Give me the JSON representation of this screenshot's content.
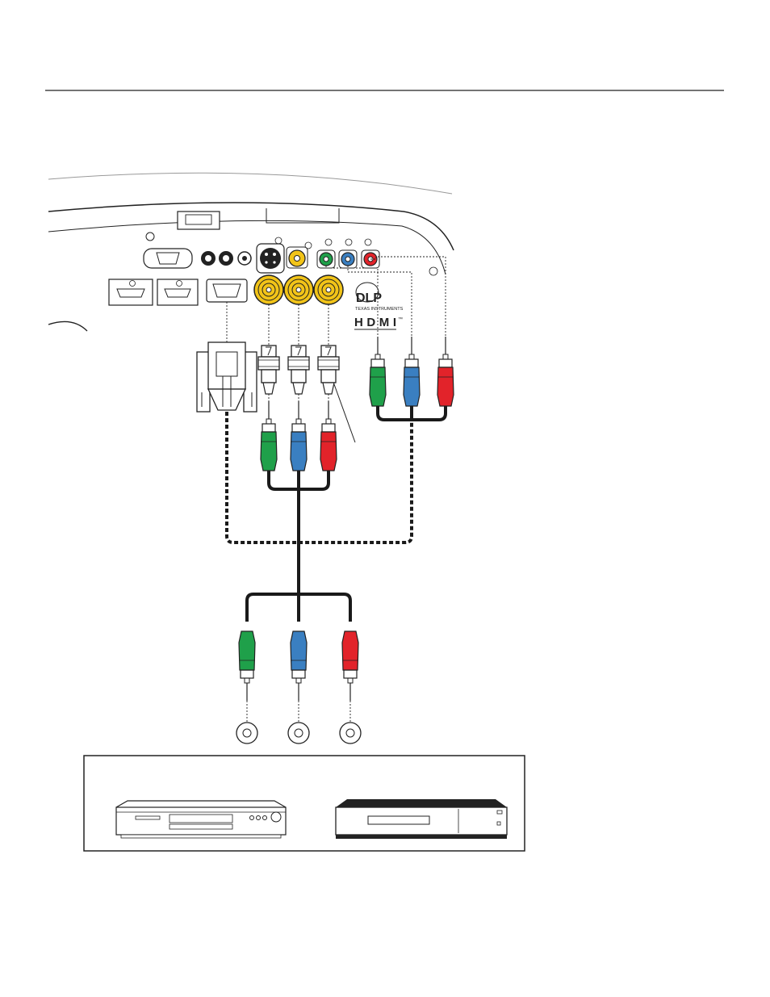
{
  "logos": {
    "dlp_main": "DLP",
    "dlp_sub": "TEXAS INSTRUMENTS",
    "hdmi": "HDMI",
    "hdmi_tm": "™"
  },
  "colors": {
    "green": "#1fa04a",
    "blue": "#3a7fc1",
    "red": "#e2232a",
    "yellow": "#f2c418",
    "cable": "#1a1a1a"
  },
  "icons": [
    "projector-panel-icon",
    "vga-plug-icon",
    "bnc-plug-icon",
    "rca-plug-icon",
    "rca-jack-icon",
    "dvd-player-icon",
    "vcr-icon"
  ]
}
